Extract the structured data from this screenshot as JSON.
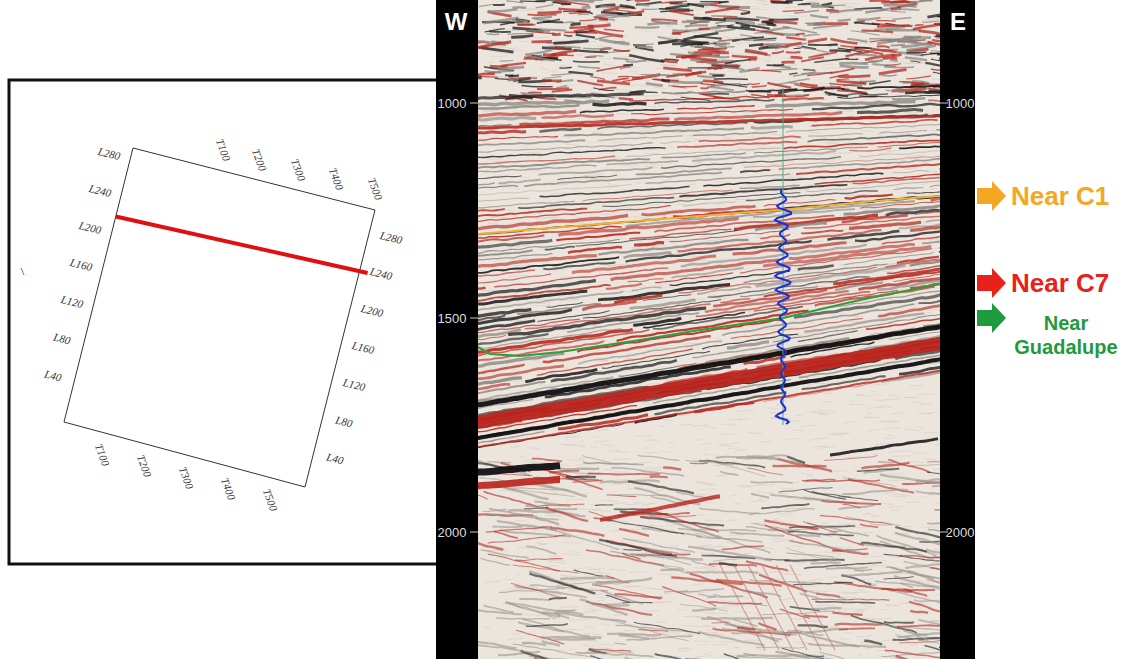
{
  "diagram": {
    "labels": [
      "T100",
      "T200",
      "T300",
      "T400",
      "T500",
      "L280",
      "L240",
      "L200",
      "L160",
      "L120",
      "L80",
      "L40",
      "L280",
      "L240",
      "L200",
      "L160",
      "L120",
      "L80",
      "L40",
      "T100",
      "T200",
      "T300",
      "T400",
      "T500",
      "W",
      "E",
      "1000",
      "1500",
      "2000",
      "1000",
      "2000",
      "Near C1",
      "Near C7",
      "Near Guadalupe"
    ]
  }
}
